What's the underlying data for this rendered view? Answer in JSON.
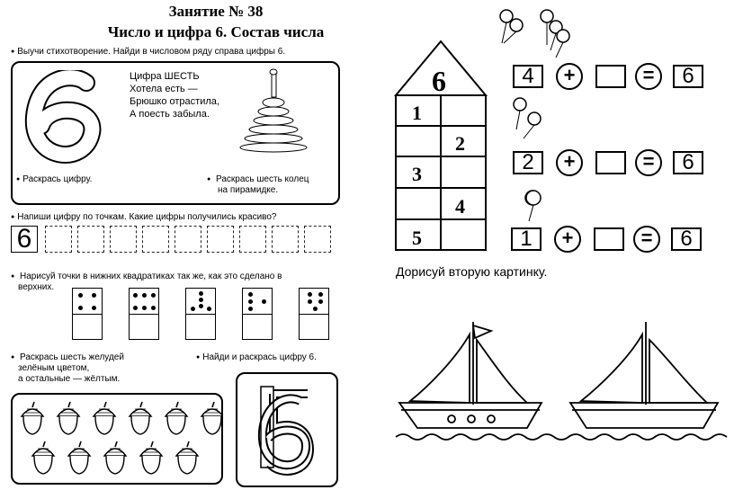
{
  "header": {
    "lesson": "Занятие № 38",
    "topic": "Число и цифра 6. Состав числа"
  },
  "poem_section": {
    "instruction": "Выучи стихотворение. Найди в числовом ряду справа цифры 6.",
    "big_digit": "6",
    "poem_lines": [
      "Цифра ШЕСТЬ",
      "Хотела есть —",
      "Брюшко отрастила,",
      "А поесть забыла."
    ],
    "color_digit": "Раскрась цифру.",
    "color_rings": [
      "Раскрась шесть колец",
      "на пирамидке."
    ]
  },
  "trace_section": {
    "instruction": "Напиши цифру по точкам. Какие цифры получились красиво?",
    "sample_digit": "6"
  },
  "domino_section": {
    "instruction": [
      "Нарисуй точки в нижних квадратиках так же, как это сделано в",
      "верхних."
    ]
  },
  "acorn_section": {
    "instruction": [
      "Раскрась шесть желудей",
      "зелёным цветом,",
      "а остальные — жёлтым."
    ],
    "acorn_count": 11
  },
  "find_section": {
    "instruction": "Найди и раскрась цифру 6."
  },
  "house": {
    "roof_digit": "6",
    "left_numbers": [
      "1",
      "",
      "3",
      "",
      "5"
    ],
    "right_numbers": [
      "",
      "2",
      "",
      "4",
      ""
    ]
  },
  "equations": [
    {
      "a": "4",
      "op": "+",
      "eq": "=",
      "result": "6",
      "balloons": 5
    },
    {
      "a": "2",
      "op": "+",
      "eq": "=",
      "result": "6",
      "balloons": 2
    },
    {
      "a": "1",
      "op": "+",
      "eq": "=",
      "result": "6",
      "balloons": 1
    }
  ],
  "boats_section": {
    "instruction": "Дорисуй вторую картинку."
  }
}
